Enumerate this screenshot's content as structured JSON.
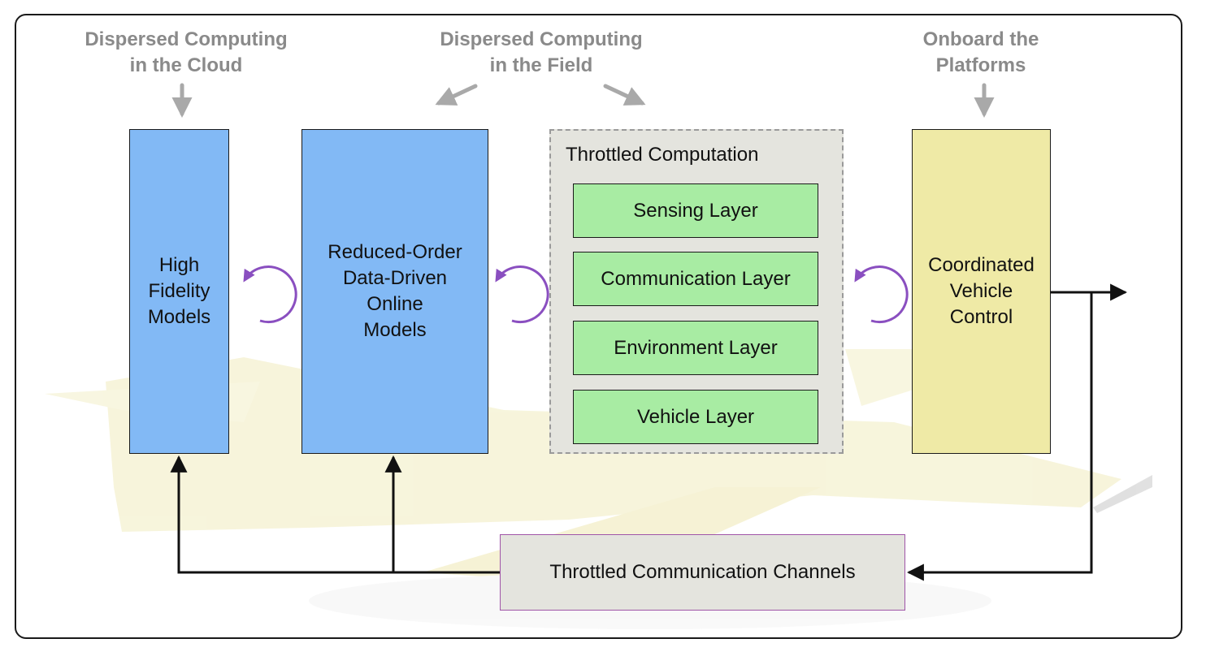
{
  "headers": {
    "cloud": "Dispersed Computing\nin the Cloud",
    "field": "Dispersed Computing\nin the Field",
    "onboard": "Onboard the\nPlatforms"
  },
  "boxes": {
    "high_fidelity": "High\nFidelity\nModels",
    "reduced_order": "Reduced-Order\nData-Driven\nOnline\nModels",
    "coordinated": "Coordinated\nVehicle\nControl"
  },
  "throttled_computation": {
    "title": "Throttled Computation",
    "layers": [
      "Sensing Layer",
      "Communication Layer",
      "Environment Layer",
      "Vehicle Layer"
    ]
  },
  "channels": {
    "label": "Throttled Communication Channels"
  },
  "colors": {
    "model_blue": "#82b9f5",
    "control_yellow": "#efeaa6",
    "layer_green": "#a8eca3",
    "panel_gray": "#e4e4de",
    "header_gray": "#8a8a8a",
    "cycle_purple": "#8a4fc0",
    "channel_border": "#a055a8",
    "background_aircraft": "#f2eec8"
  },
  "icons": {
    "cycle": "circular-arrow-icon",
    "background": "aircraft-silhouette"
  }
}
